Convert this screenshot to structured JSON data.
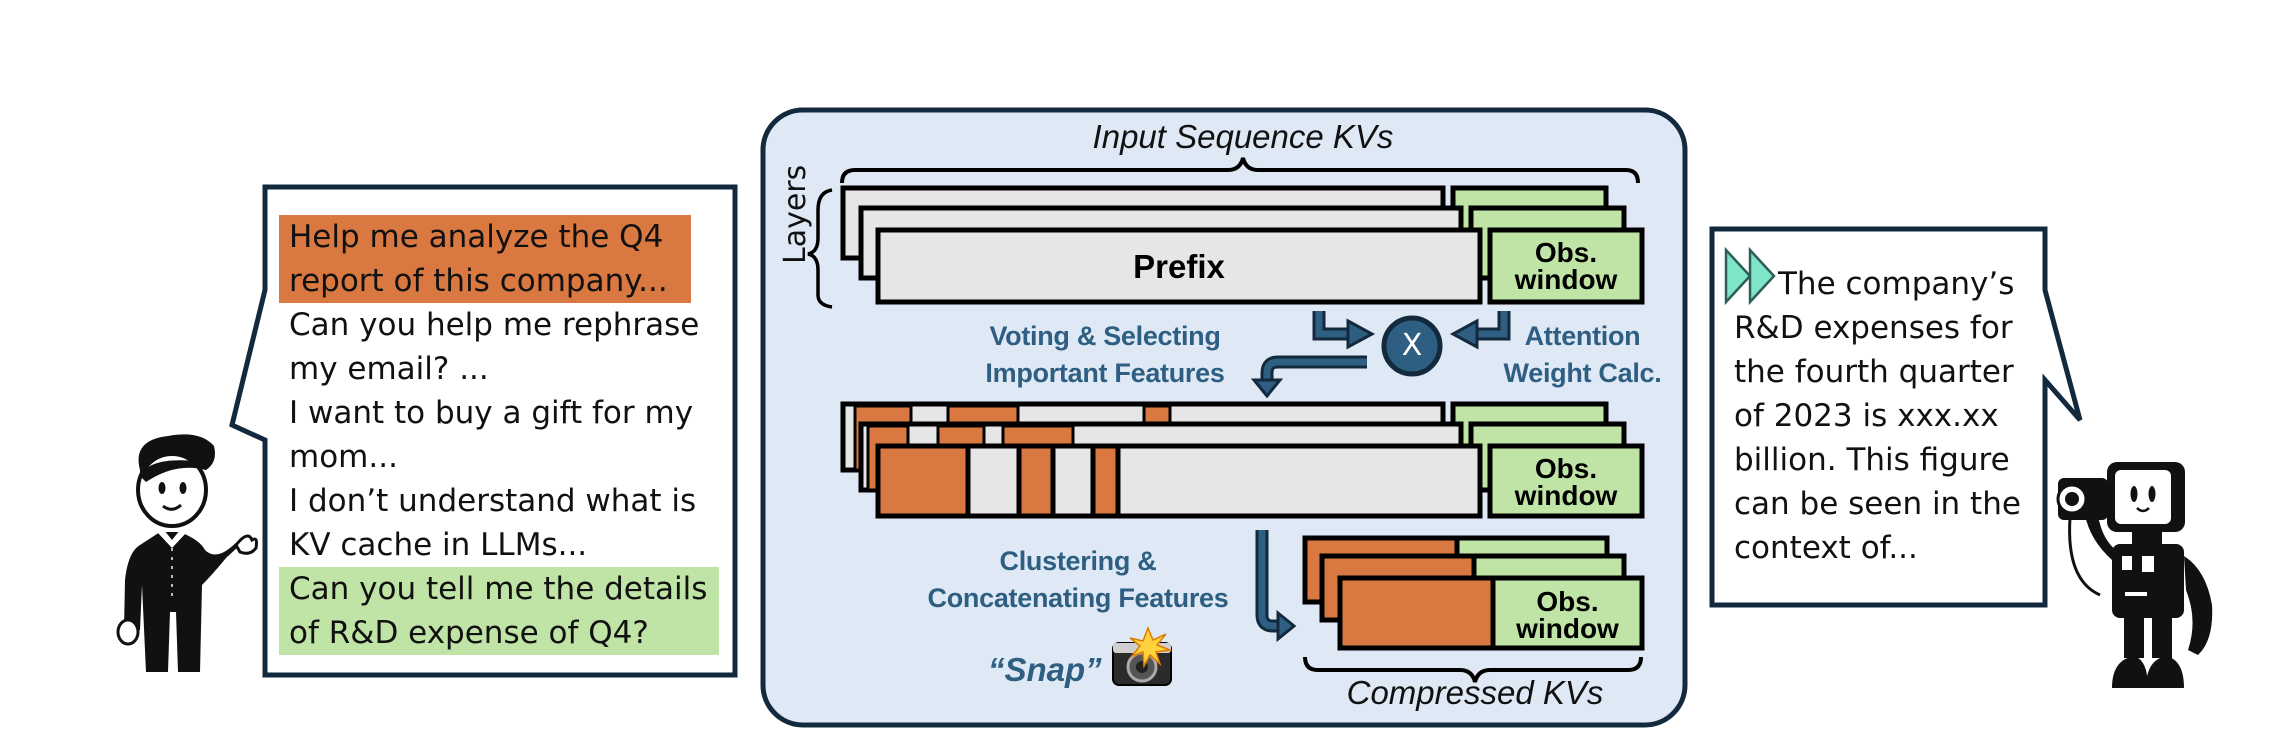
{
  "user_bubble": {
    "messages": [
      {
        "lines": [
          "Help me analyze the Q4",
          "report of this company..."
        ],
        "highlight": "orange"
      },
      {
        "lines": [
          "Can you help me rephrase",
          "my email? ..."
        ],
        "highlight": "none"
      },
      {
        "lines": [
          "I want to buy a gift for my",
          "mom..."
        ],
        "highlight": "none"
      },
      {
        "lines": [
          "I don’t understand what is",
          "KV cache in LLMs..."
        ],
        "highlight": "none"
      },
      {
        "lines": [
          "Can you tell me the details",
          "of R&D expense of Q4?"
        ],
        "highlight": "green"
      }
    ]
  },
  "assistant_bubble": {
    "icon": "fast-forward-icon",
    "lines": [
      "The company’s",
      "R&D expenses for",
      "the fourth quarter",
      "of 2023 is xxx.xx",
      "billion. This figure",
      "can be seen in the",
      "context of..."
    ]
  },
  "diagram": {
    "input_label": "Input Sequence KVs",
    "layers_label": "Layers",
    "prefix_label": "Prefix",
    "obs_window_label_1": "Obs.",
    "obs_window_label_2": "window",
    "voting_label_1": "Voting & Selecting",
    "voting_label_2": "Important Features",
    "attention_label_1": "Attention",
    "attention_label_2": "Weight Calc.",
    "multiply_symbol": "X",
    "clustering_label_1": "Clustering &",
    "clustering_label_2": "Concatenating Features",
    "snap_label": "“Snap”",
    "camera_icon": "camera-flash-icon",
    "compressed_label": "Compressed KVs"
  },
  "colors": {
    "panel_bg": "#dfe9f5",
    "panel_border": "#13293d",
    "orange": "#d97941",
    "green": "#c0e4a6",
    "gray_block": "#e6e6e6",
    "accent_blue": "#2e5f82",
    "dark_navy": "#13293d"
  },
  "figures": {
    "user": "person-icon",
    "assistant": "robot-with-camera-icon"
  }
}
